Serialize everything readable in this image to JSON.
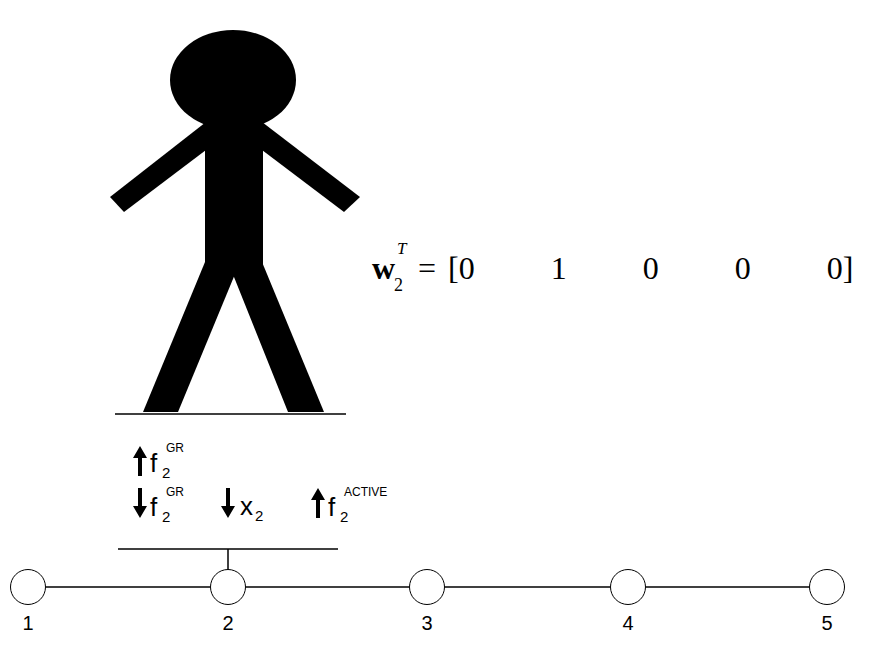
{
  "diagram": {
    "nodes": [
      {
        "text": [
          "1"
        ]
      },
      {
        "text": [
          "2"
        ]
      },
      {
        "text": [
          "3"
        ]
      },
      {
        "text": [
          "4"
        ]
      },
      {
        "text": [
          "5"
        ]
      }
    ],
    "edges": [
      {
        "from": 0,
        "to": 1,
        "arrow": "none"
      },
      {
        "from": 1,
        "to": 2,
        "arrow": "none"
      },
      {
        "from": 2,
        "to": 3,
        "arrow": "none"
      },
      {
        "from": 3,
        "to": 4,
        "arrow": "none"
      }
    ],
    "labels": [
      "f",
      "2",
      "GR",
      "f",
      "2",
      "GR",
      "x",
      "2",
      "f",
      "2",
      "ACTIVE",
      "w",
      "2",
      "T",
      "=",
      "[0 1 0 0 0]"
    ]
  }
}
